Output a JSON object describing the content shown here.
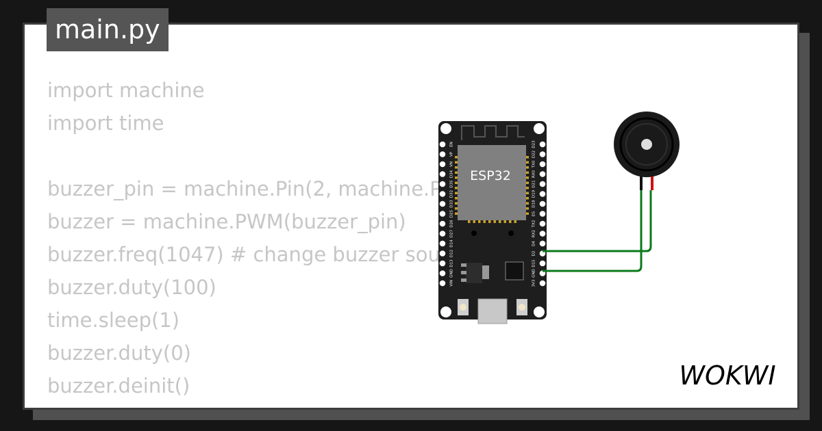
{
  "editor": {
    "filename": "main.py",
    "lines": [
      "import machine",
      "import time",
      "",
      "buzzer_pin = machine.Pin(2, machine.Pin.OUT)",
      "buzzer = machine.PWM(buzzer_pin)",
      "buzzer.freq(1047) # change buzzer sound",
      "buzzer.duty(100)",
      "time.sleep(1)",
      "buzzer.duty(0)",
      "buzzer.deinit()"
    ]
  },
  "board": {
    "chip_label": "ESP32",
    "left_pins": [
      "EN",
      "VP",
      "VN",
      "D34",
      "D35",
      "D32",
      "D33",
      "D25",
      "D26",
      "D27",
      "D14",
      "D12",
      "D13",
      "GND",
      "VIN"
    ],
    "right_pins": [
      "D23",
      "D22",
      "TX0",
      "RX0",
      "D21",
      "D19",
      "D18",
      "D5",
      "TX2",
      "RX2",
      "D4",
      "D2",
      "D15",
      "GND",
      "3V3"
    ]
  },
  "brand": {
    "logo_text": "WOKWI"
  },
  "colors": {
    "background": "#161616",
    "card": "#ffffff",
    "code_text": "#c6c6c6",
    "tab_bg": "#555555",
    "board": "#1e1e1e",
    "wire": "#0b7a1a"
  }
}
